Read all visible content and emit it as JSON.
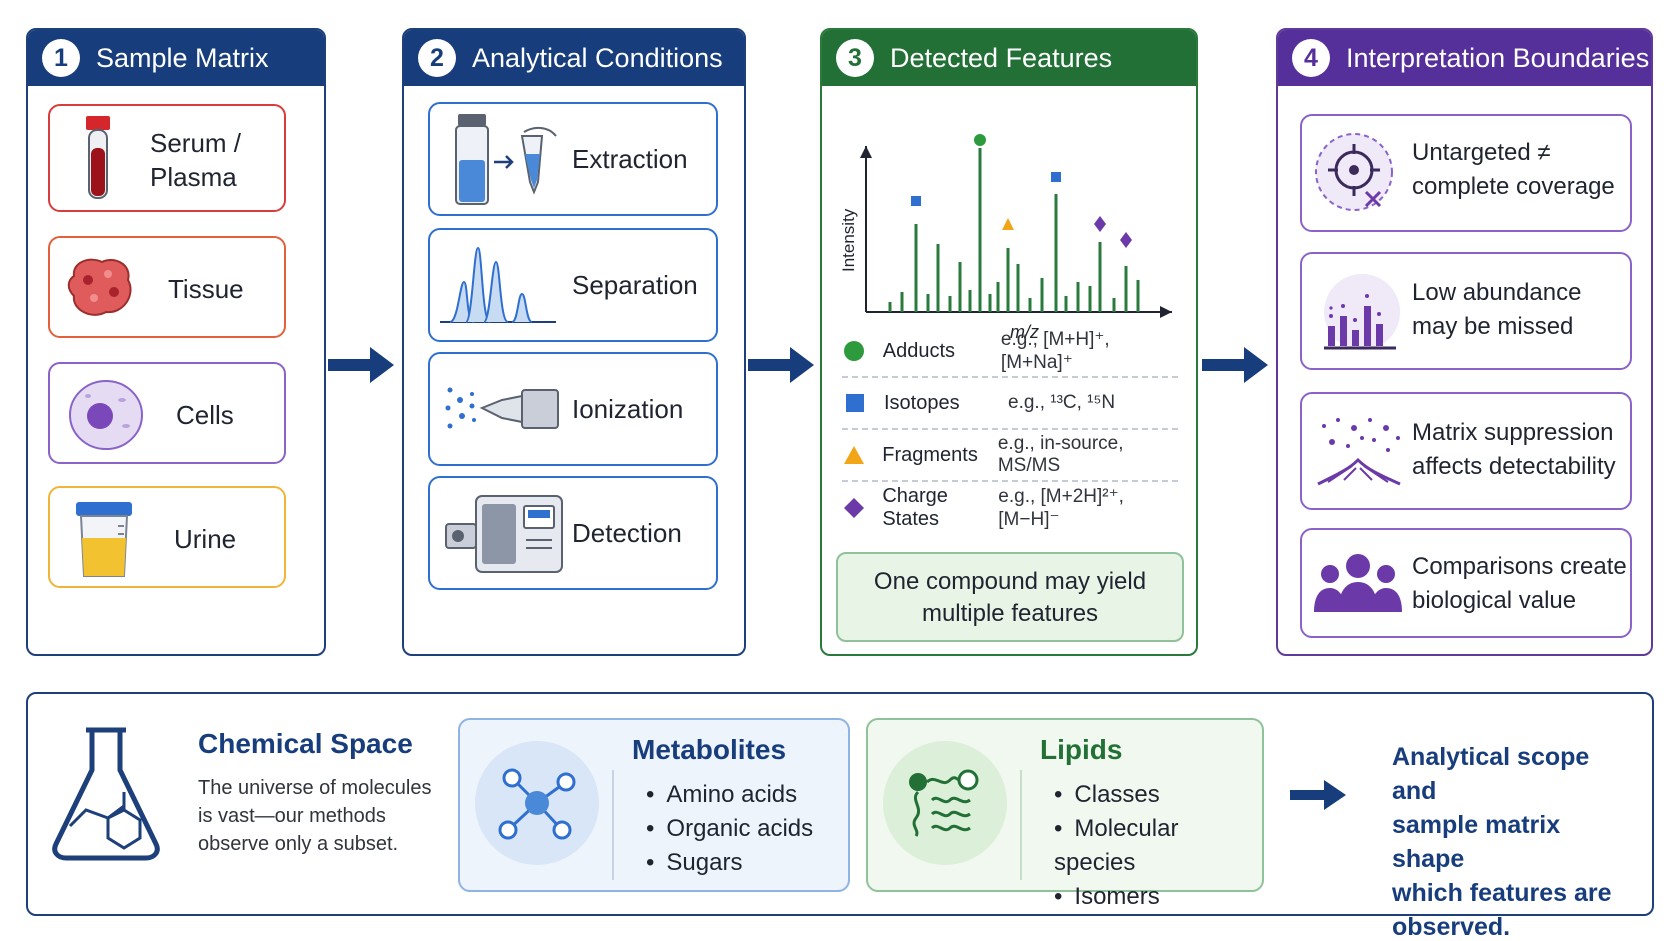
{
  "panels": {
    "sample_matrix": {
      "number": "1",
      "title": "Sample Matrix",
      "items": [
        {
          "label_line1": "Serum /",
          "label_line2": "Plasma",
          "icon": "blood-tube-icon"
        },
        {
          "label": "Tissue",
          "icon": "tissue-icon"
        },
        {
          "label": "Cells",
          "icon": "cell-icon"
        },
        {
          "label": "Urine",
          "icon": "urine-cup-icon"
        }
      ]
    },
    "analytical_conditions": {
      "number": "2",
      "title": "Analytical Conditions",
      "items": [
        {
          "label": "Extraction",
          "icon": "extraction-icon"
        },
        {
          "label": "Separation",
          "icon": "chromatogram-icon"
        },
        {
          "label": "Ionization",
          "icon": "ion-source-icon"
        },
        {
          "label": "Detection",
          "icon": "mass-spectrometer-icon"
        }
      ]
    },
    "detected_features": {
      "number": "3",
      "title": "Detected Features",
      "spectrum": {
        "ylabel": "Intensity",
        "xlabel": "m/z"
      },
      "legend": [
        {
          "name": "Adducts",
          "example": "e.g., [M+H]⁺, [M+Na]⁺",
          "marker": "circle",
          "color": "#2e9a3e"
        },
        {
          "name": "Isotopes",
          "example": "e.g., ¹³C, ¹⁵N",
          "marker": "square",
          "color": "#2f6fd0"
        },
        {
          "name": "Fragments",
          "example": "e.g., in-source, MS/MS",
          "marker": "triangle",
          "color": "#f2a516"
        },
        {
          "name": "Charge States",
          "example": "e.g., [M+2H]²⁺, [M−H]⁻",
          "marker": "diamond",
          "color": "#6b3aa8"
        }
      ],
      "callout_line1": "One compound may yield",
      "callout_line2": "multiple features"
    },
    "interpretation_boundaries": {
      "number": "4",
      "title": "Interpretation Boundaries",
      "items": [
        {
          "line1": "Untargeted ≠",
          "line2": "complete coverage",
          "icon": "target-icon"
        },
        {
          "line1": "Low abundance",
          "line2": "may be missed",
          "icon": "low-abundance-icon"
        },
        {
          "line1": "Matrix suppression",
          "line2": "affects detectability",
          "icon": "suppression-icon"
        },
        {
          "line1": "Comparisons create",
          "line2": "biological value",
          "icon": "group-icon"
        }
      ]
    }
  },
  "bottom": {
    "chemical_space": {
      "title": "Chemical Space",
      "line1": "The universe of molecules",
      "line2": "is vast—our methods",
      "line3": "observe only a subset."
    },
    "metabolites": {
      "title": "Metabolites",
      "items": [
        "Amino acids",
        "Organic acids",
        "Sugars"
      ]
    },
    "lipids": {
      "title": "Lipids",
      "items": [
        "Classes",
        "Molecular species",
        "Isomers"
      ]
    },
    "conclusion": [
      "Analytical scope and",
      "sample matrix shape",
      "which features are",
      "observed."
    ]
  },
  "colors": {
    "navy": "#173d7c",
    "green": "#227035",
    "purple": "#56309a"
  }
}
